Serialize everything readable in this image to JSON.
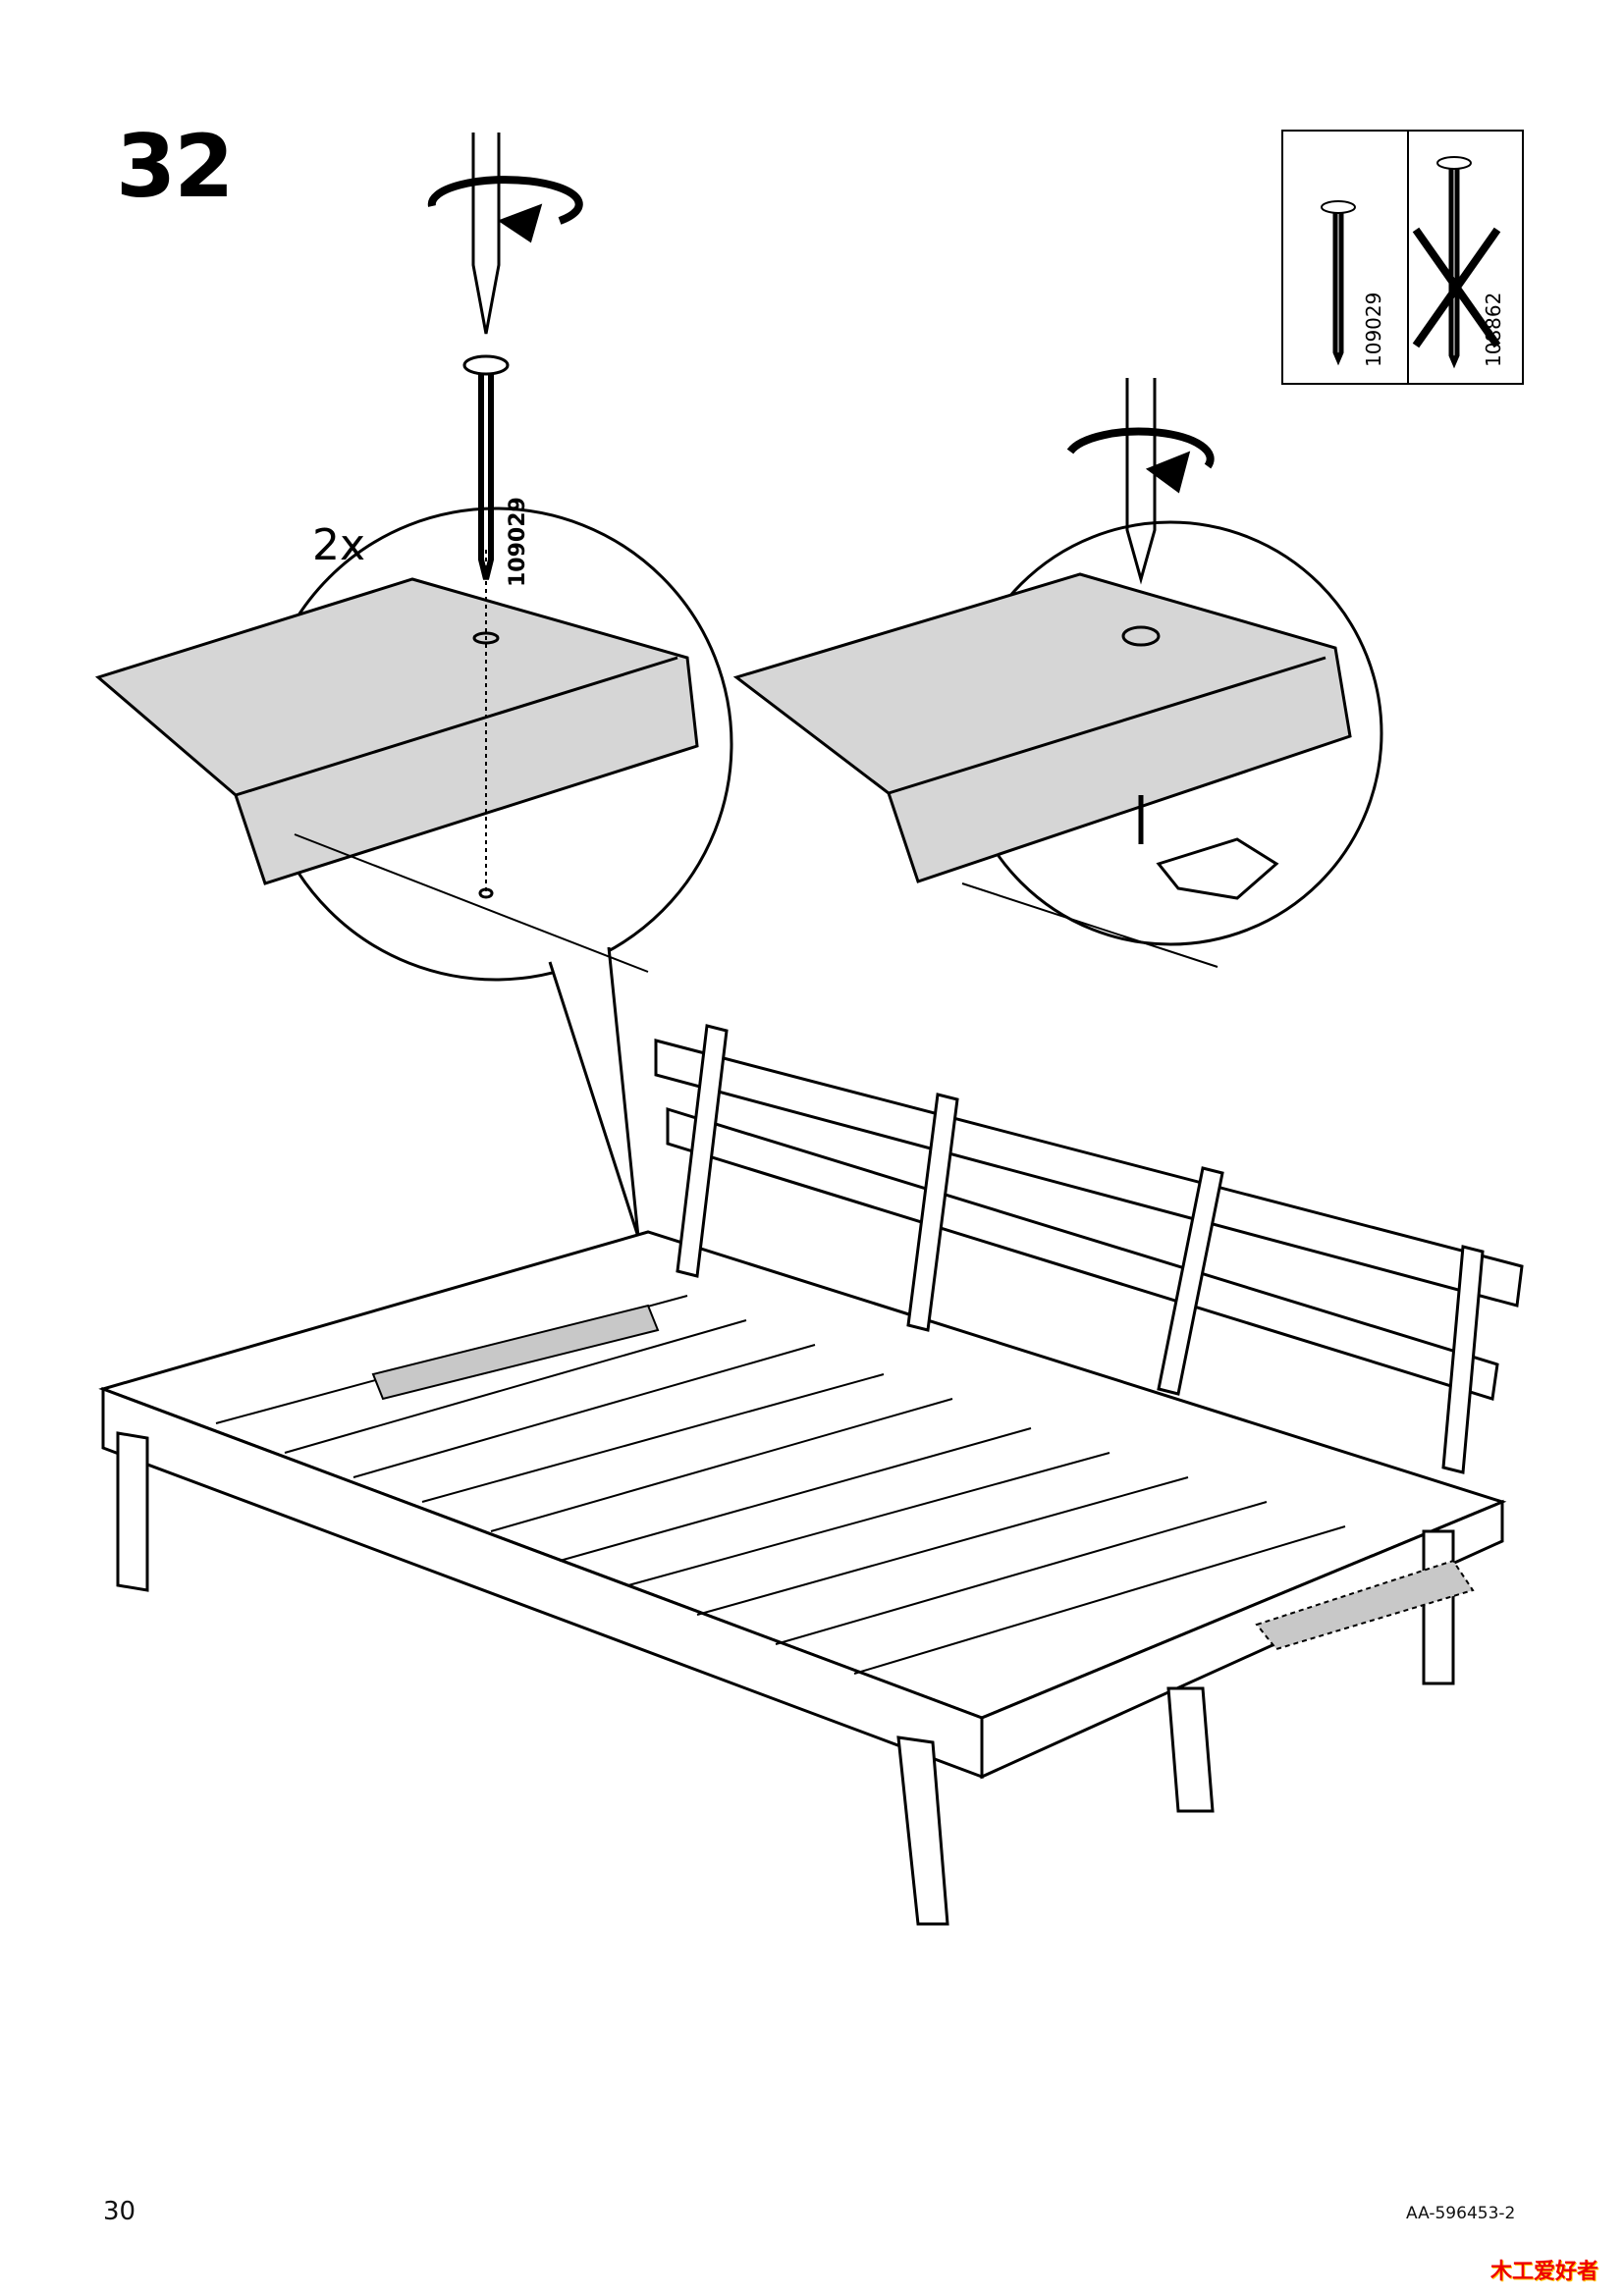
{
  "step": {
    "number": "32",
    "quantity": "2x"
  },
  "screw_reference": {
    "correct": {
      "article": "109029",
      "status": "use"
    },
    "incorrect": {
      "article": "108862",
      "status": "do-not-use"
    }
  },
  "detail_left": {
    "screw_label": "109029"
  },
  "footer": {
    "page_number": "30",
    "document_id": "AA-596453-2",
    "watermark_logo": "木工爱好者"
  },
  "colors": {
    "panel_fill": "#d6d6d6",
    "line": "#000000",
    "highlight": "#c8c8c8"
  }
}
